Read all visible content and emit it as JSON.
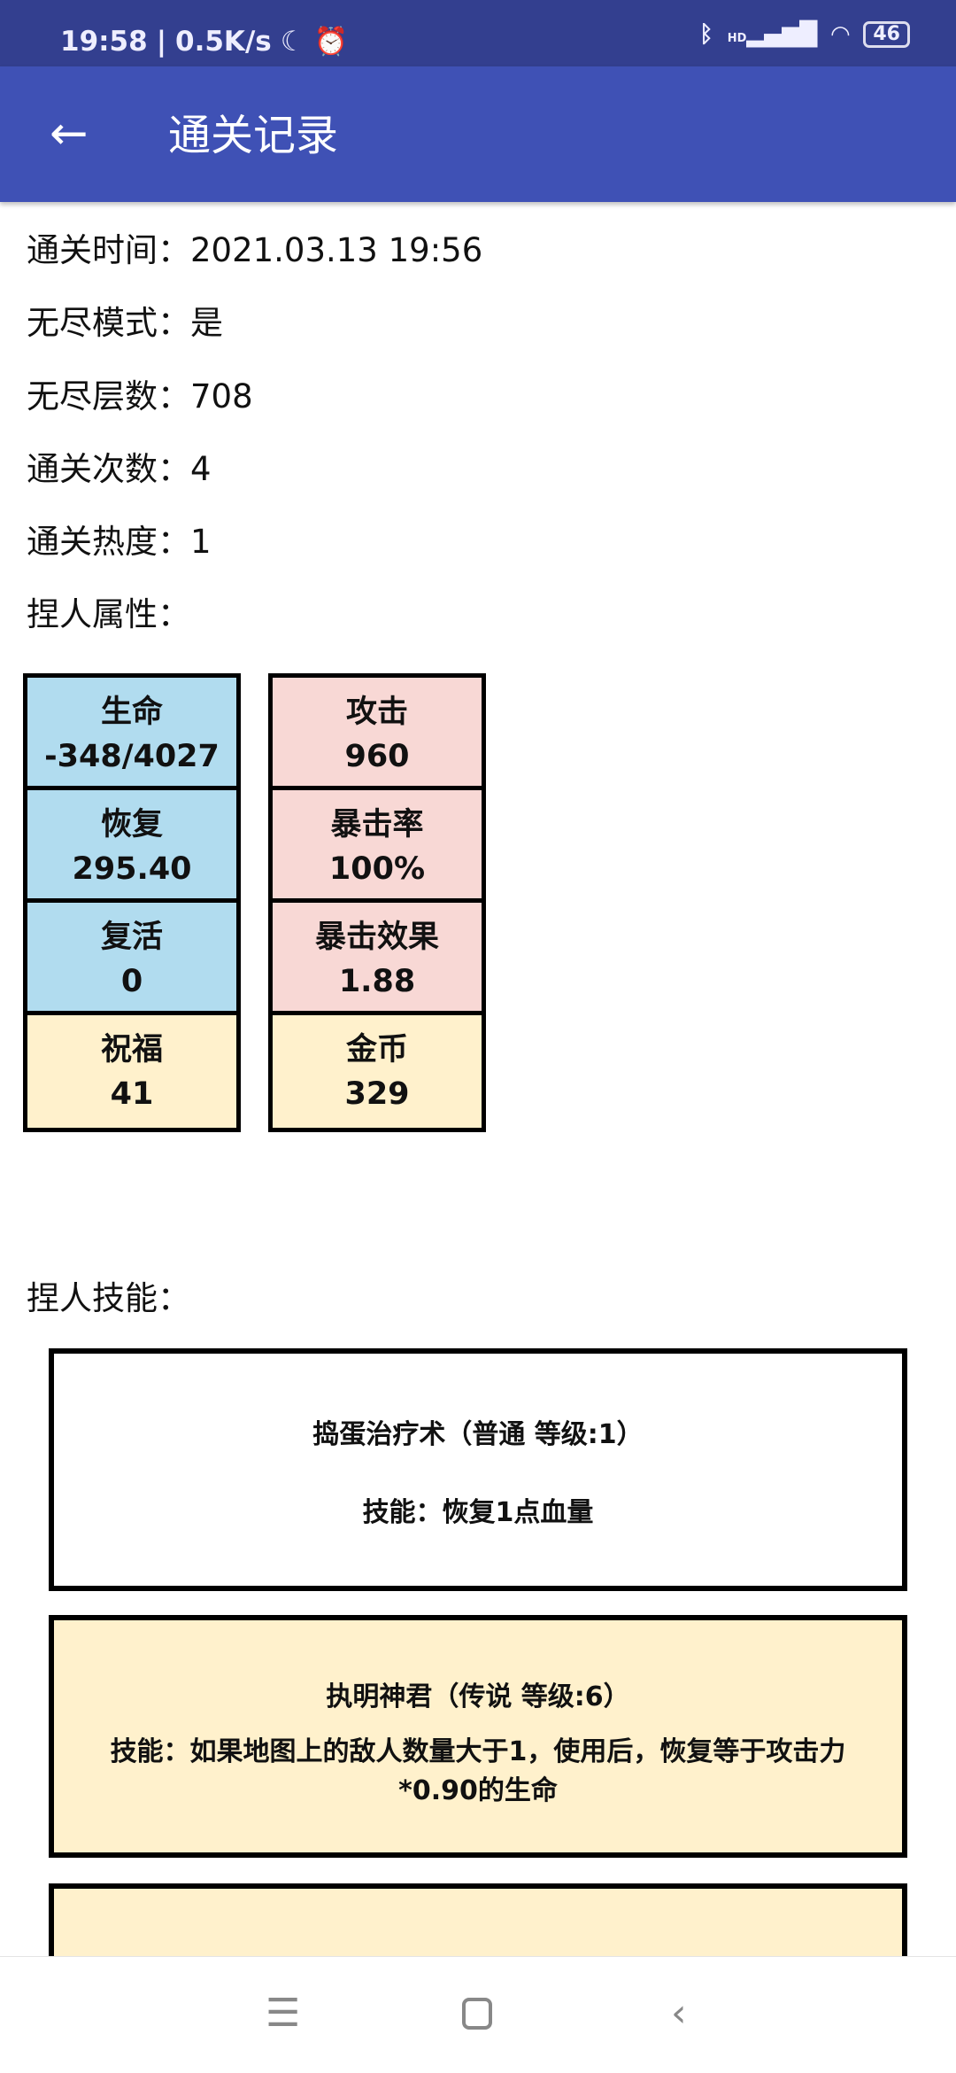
{
  "status_bar": {
    "time": "19:58",
    "speed": "0.5K/s",
    "battery": "46",
    "network": "HD"
  },
  "app_bar": {
    "title": "通关记录"
  },
  "info": [
    {
      "label": "通关时间：",
      "value": "2021.03.13 19:56"
    },
    {
      "label": "无尽模式：",
      "value": "是"
    },
    {
      "label": "无尽层数：",
      "value": "708"
    },
    {
      "label": "通关次数：",
      "value": "4"
    },
    {
      "label": "通关热度：",
      "value": "1"
    },
    {
      "label": "捏人属性：",
      "value": ""
    }
  ],
  "stats": [
    {
      "label": "生命",
      "value": "-348/4027",
      "color": "#b1dcef"
    },
    {
      "label": "攻击",
      "value": "960",
      "color": "#f8d8d5"
    },
    {
      "label": "恢复",
      "value": "295.40",
      "color": "#b1dcef"
    },
    {
      "label": "暴击率",
      "value": "100%",
      "color": "#f8d8d5"
    },
    {
      "label": "复活",
      "value": "0",
      "color": "#b1dcef"
    },
    {
      "label": "暴击效果",
      "value": "1.88",
      "color": "#f8d8d5"
    },
    {
      "label": "祝福",
      "value": "41",
      "color": "#fff1cc"
    },
    {
      "label": "金币",
      "value": "329",
      "color": "#fff1cc"
    }
  ],
  "skills_label": "捏人技能：",
  "skills": [
    {
      "title": "捣蛋治疗术（普通 等级:1）",
      "desc": "技能：恢复1点血量"
    },
    {
      "title": "执明神君（传说 等级:6）",
      "desc": "技能：如果地图上的敌人数量大于1，使用后，恢复等于攻击力*0.90的生命"
    }
  ]
}
